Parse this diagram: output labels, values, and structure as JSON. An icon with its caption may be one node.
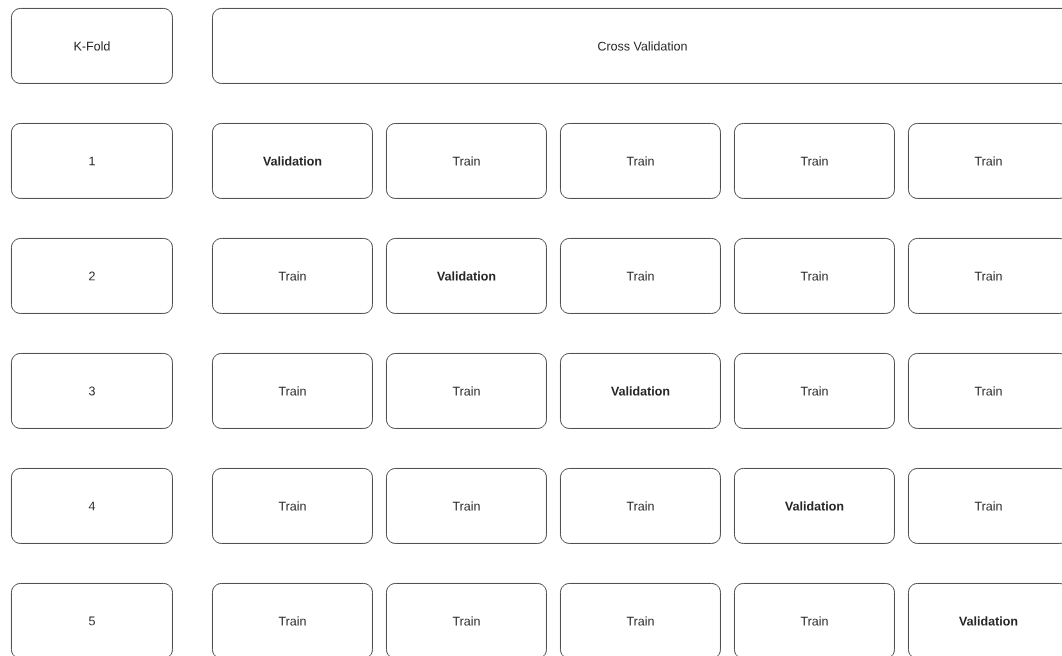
{
  "diagram": {
    "nodes": [
      {
        "text": [
          "K-Fold"
        ]
      },
      {
        "text": [
          "Cross Validation"
        ]
      },
      {
        "text": [
          "1"
        ]
      },
      {
        "text": [
          "Validation"
        ]
      },
      {
        "text": [
          "Train"
        ]
      },
      {
        "text": [
          "Train"
        ]
      },
      {
        "text": [
          "Train"
        ]
      },
      {
        "text": [
          "Train"
        ]
      },
      {
        "text": [
          "2"
        ]
      },
      {
        "text": [
          "Train"
        ]
      },
      {
        "text": [
          "Validation"
        ]
      },
      {
        "text": [
          "Train"
        ]
      },
      {
        "text": [
          "Train"
        ]
      },
      {
        "text": [
          "Train"
        ]
      },
      {
        "text": [
          "3"
        ]
      },
      {
        "text": [
          "Train"
        ]
      },
      {
        "text": [
          "Train"
        ]
      },
      {
        "text": [
          "Validation"
        ]
      },
      {
        "text": [
          "Train"
        ]
      },
      {
        "text": [
          "Train"
        ]
      },
      {
        "text": [
          "4"
        ]
      },
      {
        "text": [
          "Train"
        ]
      },
      {
        "text": [
          "Train"
        ]
      },
      {
        "text": [
          "Train"
        ]
      },
      {
        "text": [
          "Validation"
        ]
      },
      {
        "text": [
          "Train"
        ]
      },
      {
        "text": [
          "5"
        ]
      },
      {
        "text": [
          "Train"
        ]
      },
      {
        "text": [
          "Train"
        ]
      },
      {
        "text": [
          "Train"
        ]
      },
      {
        "text": [
          "Train"
        ]
      },
      {
        "text": [
          "Validation"
        ]
      }
    ]
  }
}
